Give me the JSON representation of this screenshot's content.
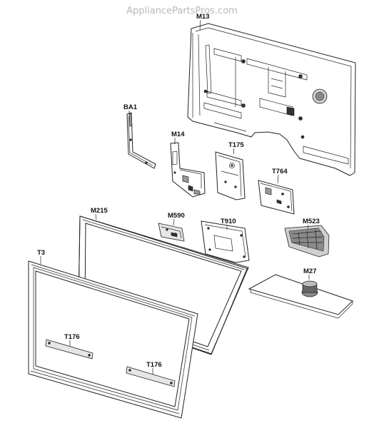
{
  "watermark": "AppliancePartsPros.com",
  "parts": {
    "m13": "M13",
    "ba1": "BA1",
    "m14": "M14",
    "t175": "T175",
    "t764": "T764",
    "m215": "M215",
    "m590": "M590",
    "t910": "T910",
    "m523": "M523",
    "t3": "T3",
    "m27": "M27",
    "t176a": "T176",
    "t176b": "T176"
  }
}
